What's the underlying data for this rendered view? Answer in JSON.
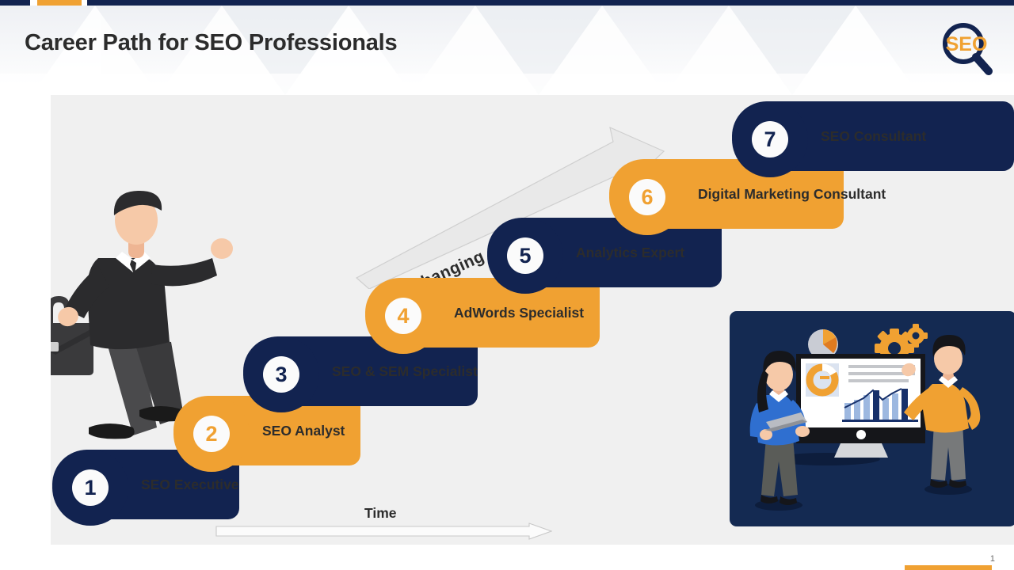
{
  "header": {
    "title": "Career Path for SEO Professionals",
    "logo_text": "SEO",
    "logo_icon": "magnifying-glass-icon"
  },
  "theme": {
    "navy": "#122350",
    "orange": "#f0a132",
    "stage_bg": "#f0f0f0",
    "page_bg": "#ffffff",
    "text": "#2c2c2c"
  },
  "diagram": {
    "type": "staircase-process",
    "axis_x_label": "Time",
    "axis_diagonal_label": "Changing Job Role",
    "steps": [
      {
        "number": "1",
        "label": "SEO Executive",
        "color": "navy"
      },
      {
        "number": "2",
        "label": "SEO Analyst",
        "color": "orange"
      },
      {
        "number": "3",
        "label": "SEO & SEM Specialist",
        "color": "navy"
      },
      {
        "number": "4",
        "label": "AdWords Specialist",
        "color": "orange"
      },
      {
        "number": "5",
        "label": "Analytics Expert",
        "color": "navy"
      },
      {
        "number": "6",
        "label": "Digital Marketing Consultant",
        "color": "orange"
      },
      {
        "number": "7",
        "label": "SEO Consultant",
        "color": "navy"
      }
    ]
  },
  "illustration": {
    "name": "analytics-team-illustration",
    "elements": [
      "woman-with-laptop",
      "man-pointing",
      "desktop-monitor",
      "bar-chart",
      "donut-chart",
      "pie-chart-icon",
      "gears-icon"
    ]
  },
  "businessman": {
    "name": "businessman-climbing-stairs",
    "elements": [
      "suit",
      "briefcase"
    ]
  },
  "footer": {
    "page_number": "1"
  }
}
